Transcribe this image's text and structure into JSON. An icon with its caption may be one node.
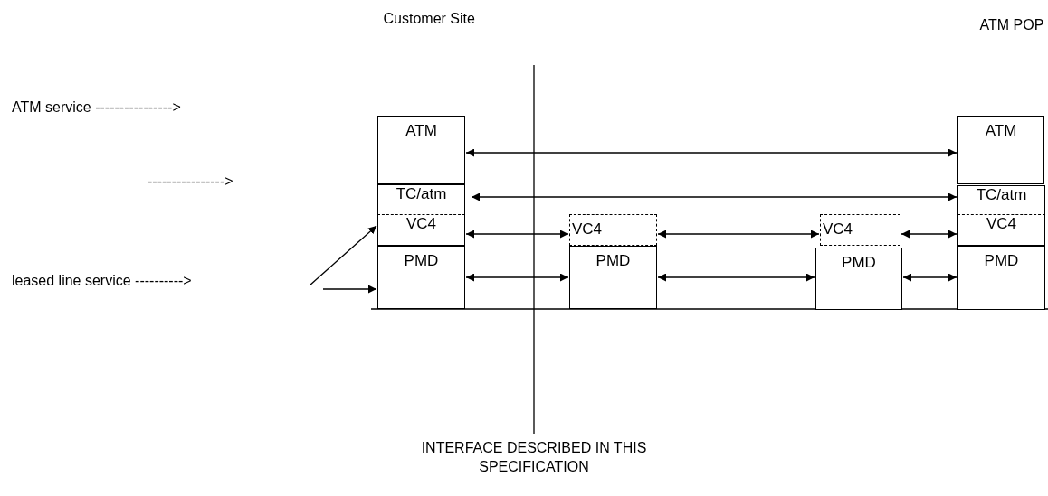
{
  "diagram": {
    "nodes": [
      {
        "text": [
          "ATM"
        ]
      },
      {
        "text": [
          "TC/atm"
        ]
      },
      {
        "text": [
          "VC4"
        ]
      },
      {
        "text": [
          "PMD"
        ]
      },
      {
        "text": [
          "VC4"
        ]
      },
      {
        "text": [
          "PMD"
        ]
      },
      {
        "text": [
          "VC4"
        ]
      },
      {
        "text": [
          "PMD"
        ]
      },
      {
        "text": [
          "ATM"
        ]
      },
      {
        "text": [
          "TC/atm"
        ]
      },
      {
        "text": [
          "VC4"
        ]
      },
      {
        "text": [
          "PMD"
        ]
      }
    ],
    "edges": [
      {
        "from": 0,
        "to": 8,
        "arrow": "both"
      },
      {
        "from": 1,
        "to": 9,
        "arrow": "both"
      },
      {
        "from": 2,
        "to": 4,
        "arrow": "both"
      },
      {
        "from": 4,
        "to": 6,
        "arrow": "both"
      },
      {
        "from": 6,
        "to": 10,
        "arrow": "both"
      },
      {
        "from": 3,
        "to": 5,
        "arrow": "both"
      },
      {
        "from": 5,
        "to": 7,
        "arrow": "both"
      },
      {
        "from": 7,
        "to": 11,
        "arrow": "both"
      },
      {
        "from": null,
        "to": 2,
        "arrow": "to"
      },
      {
        "from": null,
        "to": 3,
        "arrow": "to"
      }
    ],
    "labels": [
      "Customer Site",
      "ATM POP",
      "ATM service ---------------->",
      "---------------->",
      "leased line service ---------->",
      "INTERFACE DESCRIBED IN THIS SPECIFICATION"
    ]
  }
}
